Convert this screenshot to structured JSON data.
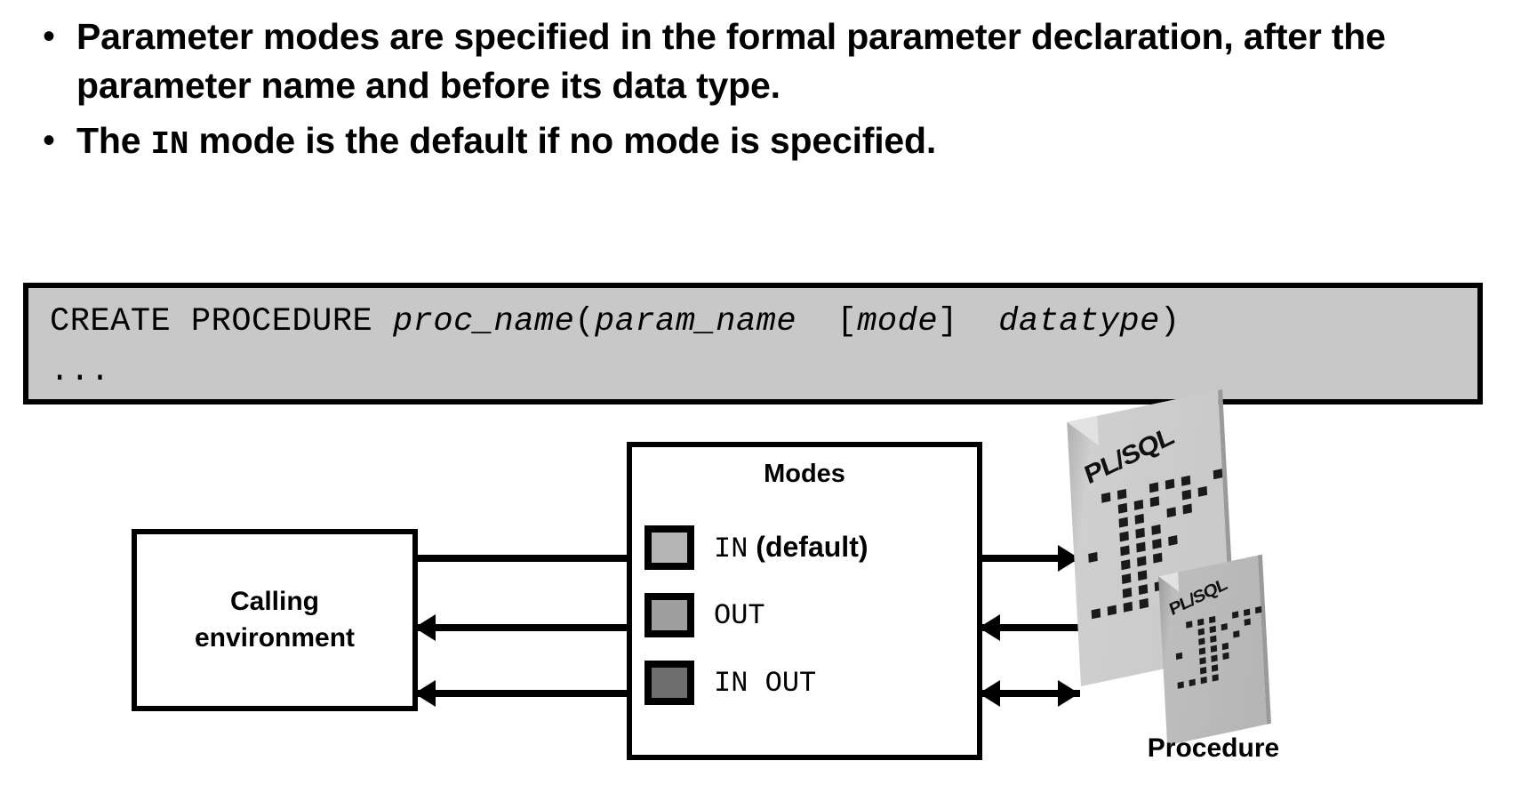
{
  "slide": {
    "bullets": [
      {
        "marker": "•",
        "text": "Parameter modes are specified in the formal parameter declaration, after the parameter name and before its data type."
      },
      {
        "marker": "•",
        "text_before": "The ",
        "mono": "IN",
        "text_after": " mode is the default if no mode is specified."
      }
    ],
    "code_block": {
      "background": "#c8c8c8",
      "border_color": "#000000",
      "line1": {
        "keyword": "CREATE PROCEDURE ",
        "proc_name": "proc_name",
        "open_paren": "(",
        "param_name": "param_name",
        "space1": "  ",
        "bracket_open": "[",
        "mode": "mode",
        "bracket_close": "]",
        "space2": "  ",
        "datatype": "datatype",
        "close_paren": ")"
      },
      "line2": "..."
    },
    "diagram": {
      "calling_box": {
        "line1": "Calling",
        "line2": "environment"
      },
      "modes_box": {
        "title": "Modes",
        "rows": [
          {
            "label_mono": "IN",
            "label_bold": " (default)",
            "swatch_color": "#b4b4b4"
          },
          {
            "label_mono": "OUT",
            "label_bold": "",
            "swatch_color": "#9e9e9e"
          },
          {
            "label_mono": "IN OUT",
            "label_bold": "",
            "swatch_color": "#6e6e6e"
          }
        ]
      },
      "arrows": [
        {
          "name": "arrow-in",
          "direction": "right"
        },
        {
          "name": "arrow-out",
          "direction": "left"
        },
        {
          "name": "arrow-inout",
          "direction": "both"
        }
      ],
      "procedure": {
        "page_text_back": "PL/SQL",
        "page_text_front": "PL/SQL",
        "caption": "Procedure"
      }
    }
  }
}
